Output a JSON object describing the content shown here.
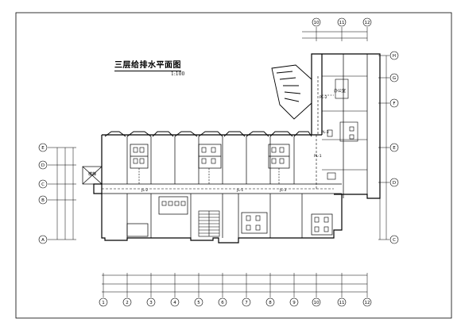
{
  "drawing": {
    "title": "三层给排水平面图",
    "scale": "1:100"
  },
  "rooms": {
    "office": "办公室",
    "stair_hall": "楼梯"
  },
  "pipe_labels": [
    "JL-1",
    "JL-2",
    "JL-3",
    "PL-1",
    "PL-2",
    "PL-3"
  ],
  "grid_axes": {
    "bottom": [
      "1",
      "2",
      "3",
      "4",
      "5",
      "6",
      "7",
      "8",
      "9",
      "10",
      "11",
      "12"
    ],
    "left": [
      "E",
      "D",
      "C",
      "B",
      "A"
    ],
    "right": [
      "H",
      "G",
      "F",
      "E",
      "D",
      "C"
    ],
    "top": [
      "10",
      "11",
      "12"
    ]
  },
  "colors": {
    "line": "#000000",
    "paper": "#ffffff"
  }
}
